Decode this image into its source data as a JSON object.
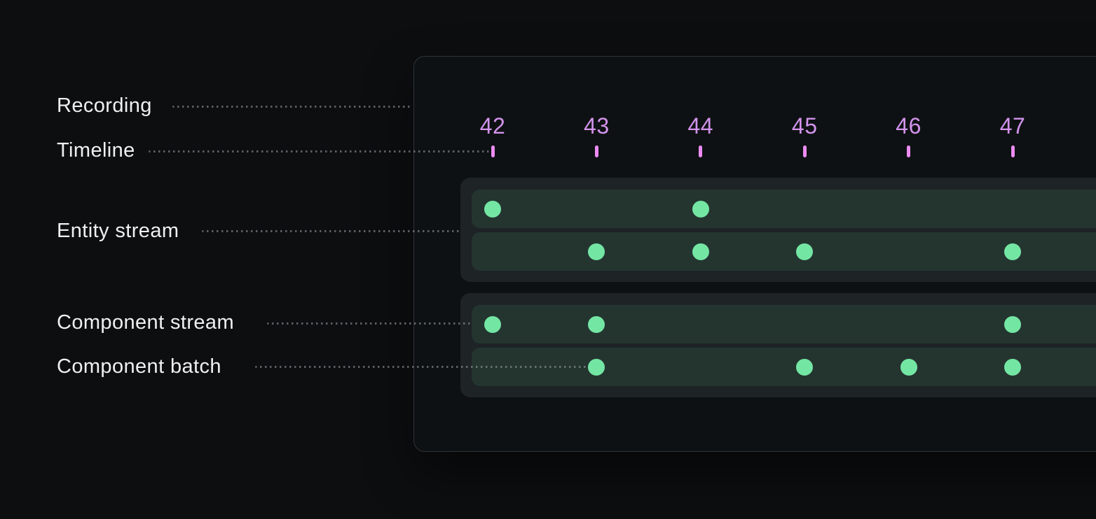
{
  "labels": {
    "recording": "Recording",
    "timeline": "Timeline",
    "entity_stream": "Entity stream",
    "component_stream": "Component stream",
    "component_batch": "Component batch"
  },
  "timeline": {
    "ticks": [
      "42",
      "43",
      "44",
      "45",
      "46",
      "47"
    ]
  },
  "streams": {
    "entity": {
      "rows": [
        {
          "events": [
            42,
            44
          ]
        },
        {
          "events": [
            43,
            44,
            45,
            47
          ]
        }
      ]
    },
    "component": {
      "rows": [
        {
          "events": [
            42,
            43,
            47
          ]
        },
        {
          "events": [
            43,
            45,
            46,
            47
          ]
        }
      ]
    }
  },
  "colors": {
    "page_bg": "#0c0e0f",
    "panel_bg": "#0e1113",
    "panel_border": "#2e3437",
    "group_bg": "#1e2326",
    "row_bg": "#243530",
    "event_green": "#74e6a4",
    "tick_pink": "#ec8cf3",
    "number_purple": "#d293ec",
    "label_text": "#eef0f1",
    "leader_dot": "#9aa0a4"
  }
}
